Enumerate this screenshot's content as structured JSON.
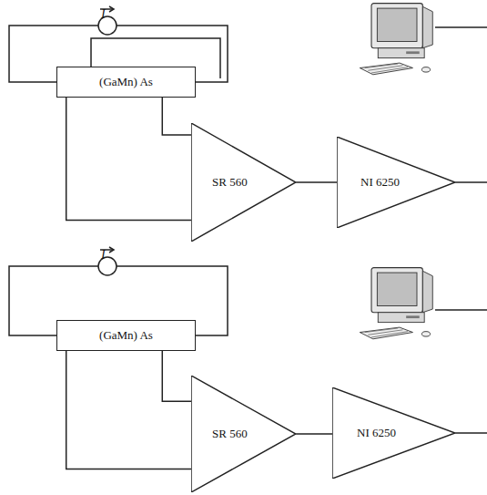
{
  "diagram": {
    "nodes": [
      {
        "text": [
          "(GaMn) As"
        ]
      },
      {
        "text": [
          "SR 560"
        ]
      },
      {
        "text": [
          "NI 6250"
        ]
      },
      {
        "text": [
          "(GaMn) As"
        ]
      },
      {
        "text": [
          "SR 560"
        ]
      },
      {
        "text": [
          "NI 6250"
        ]
      }
    ],
    "edges": [
      {
        "from": 0,
        "to": 1,
        "arrow": "none"
      },
      {
        "from": 0,
        "to": 1,
        "arrow": "none"
      },
      {
        "from": 1,
        "to": 2,
        "arrow": "none"
      },
      {
        "from": 3,
        "to": 4,
        "arrow": "none"
      },
      {
        "from": 3,
        "to": 4,
        "arrow": "none"
      },
      {
        "from": 4,
        "to": 5,
        "arrow": "none"
      }
    ],
    "labels": [
      "I",
      "I"
    ]
  }
}
